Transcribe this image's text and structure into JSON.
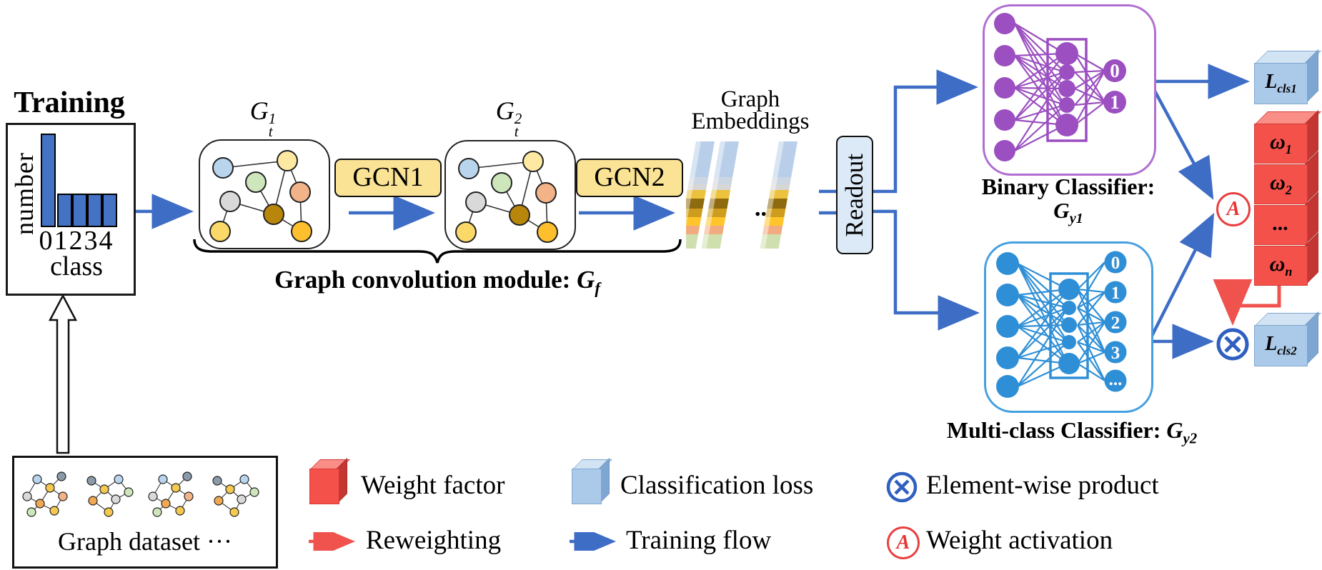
{
  "colors": {
    "flow_blue": "#3e6dc6",
    "reweight_red": "#f0524e",
    "binary_purple": "#9b4fc0",
    "multiclass_blue": "#2f8fd6",
    "loss_cube_blue": "#abc9e8",
    "weight_cube_red": "#f5514b",
    "gcn_yellow": "#fbe395",
    "readout_bg": "#dce9f7",
    "bar_blue": "#4472c4"
  },
  "training": {
    "title": "Training",
    "y_axis": "number",
    "x_ticks": "01234",
    "x_axis": "class",
    "bar_values_relative": [
      5,
      1.7,
      1.7,
      1.7,
      1.7
    ]
  },
  "dataset": {
    "label": "Graph dataset ···"
  },
  "flow": {
    "g1": {
      "base": "G",
      "sup": "1",
      "sub": "t"
    },
    "g2": {
      "base": "G",
      "sup": "2",
      "sub": "t"
    },
    "gcn1": "GCN1",
    "gcn2": "GCN2",
    "embeddings": {
      "line1": "Graph",
      "line2": "Embeddings",
      "dots": "..."
    },
    "readout": "Readout",
    "brace": {
      "text": "Graph convolution module: ",
      "sym": "G",
      "sub": "f"
    }
  },
  "binary": {
    "title": "Binary Classifier:",
    "sym": "G",
    "sym_sub": "y1",
    "outputs": [
      "0",
      "1"
    ]
  },
  "multiclass": {
    "title": "Multi-class Classifier: ",
    "sym": "G",
    "sym_sub": "y2",
    "outputs": [
      "0",
      "1",
      "2",
      "3",
      "..."
    ]
  },
  "right": {
    "loss1": {
      "base": "L",
      "sub": "cls1"
    },
    "loss2": {
      "base": "L",
      "sub": "cls2"
    },
    "weights": [
      {
        "sym": "ω",
        "sub": "1"
      },
      {
        "sym": "ω",
        "sub": "2"
      },
      {
        "sym": "...",
        "sub": ""
      },
      {
        "sym": "ω",
        "sub": "n"
      }
    ],
    "activation": "A"
  },
  "legend": {
    "row1": [
      {
        "icon": "red-cube",
        "label": "Weight factor"
      },
      {
        "icon": "blue-cube",
        "label": "Classification loss"
      },
      {
        "icon": "element-wise-product",
        "label": "Element-wise product"
      }
    ],
    "row2": [
      {
        "icon": "red-arrow",
        "label": "Reweighting"
      },
      {
        "icon": "blue-arrow",
        "label": "Training flow"
      },
      {
        "icon": "weight-activation",
        "label": "Weight activation"
      }
    ]
  }
}
